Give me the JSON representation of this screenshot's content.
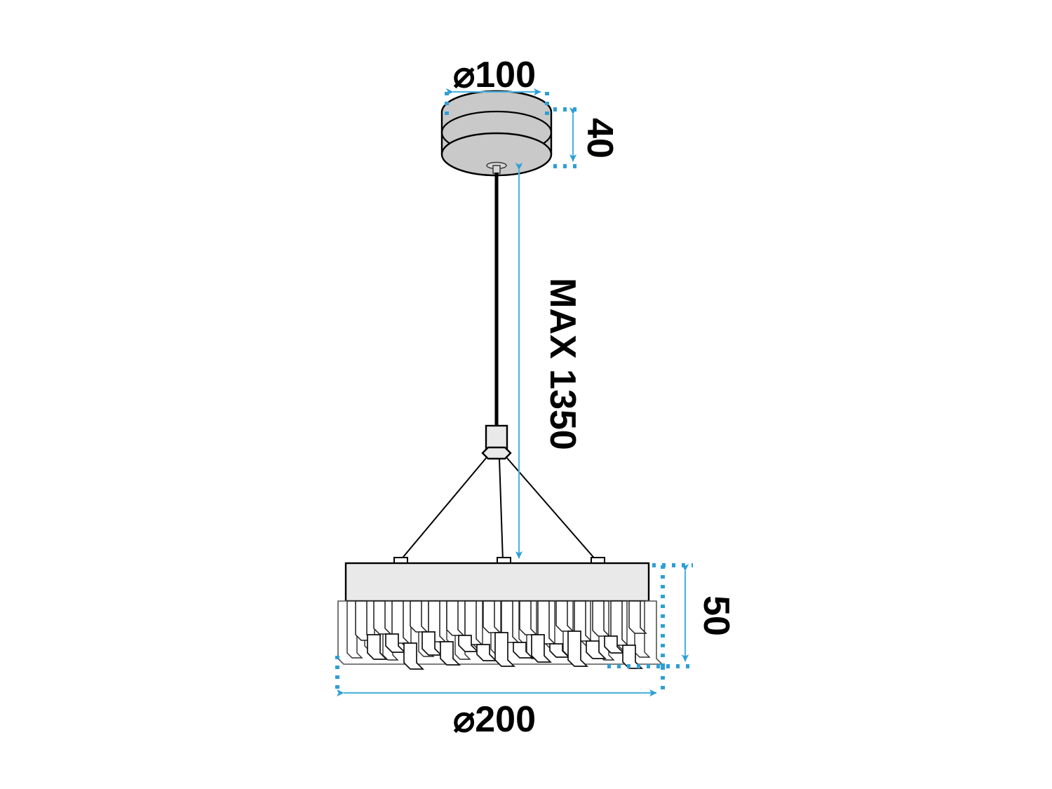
{
  "drawing": {
    "title": "Pendant lamp technical dimension drawing",
    "units": "mm",
    "background_color": "#ffffff",
    "line_color": "#000000",
    "dimension_color": "#2e9fd6",
    "canopy_fill": "#c9c9c9",
    "body_fill": "#e9e9e9",
    "rod_fill": "#ffffff"
  },
  "dimensions": {
    "canopy_diameter": {
      "symbol": "⌀",
      "value": "100",
      "label": "⌀100",
      "orientation": "horizontal"
    },
    "canopy_height": {
      "value": "40",
      "label": "40",
      "orientation": "vertical"
    },
    "max_drop": {
      "value": "MAX 1350",
      "label": "MAX 1350",
      "orientation": "vertical"
    },
    "shade_height": {
      "value": "50",
      "label": "50",
      "orientation": "vertical"
    },
    "shade_diameter": {
      "symbol": "⌀",
      "value": "200",
      "label": "⌀200",
      "orientation": "horizontal"
    }
  },
  "parts": {
    "canopy": "ceiling-canopy",
    "cable": "suspension-cable",
    "hub": "cable-junction-hub",
    "wires": "support-wires",
    "body": "fixture-body",
    "crystals": "crystal-rods"
  }
}
